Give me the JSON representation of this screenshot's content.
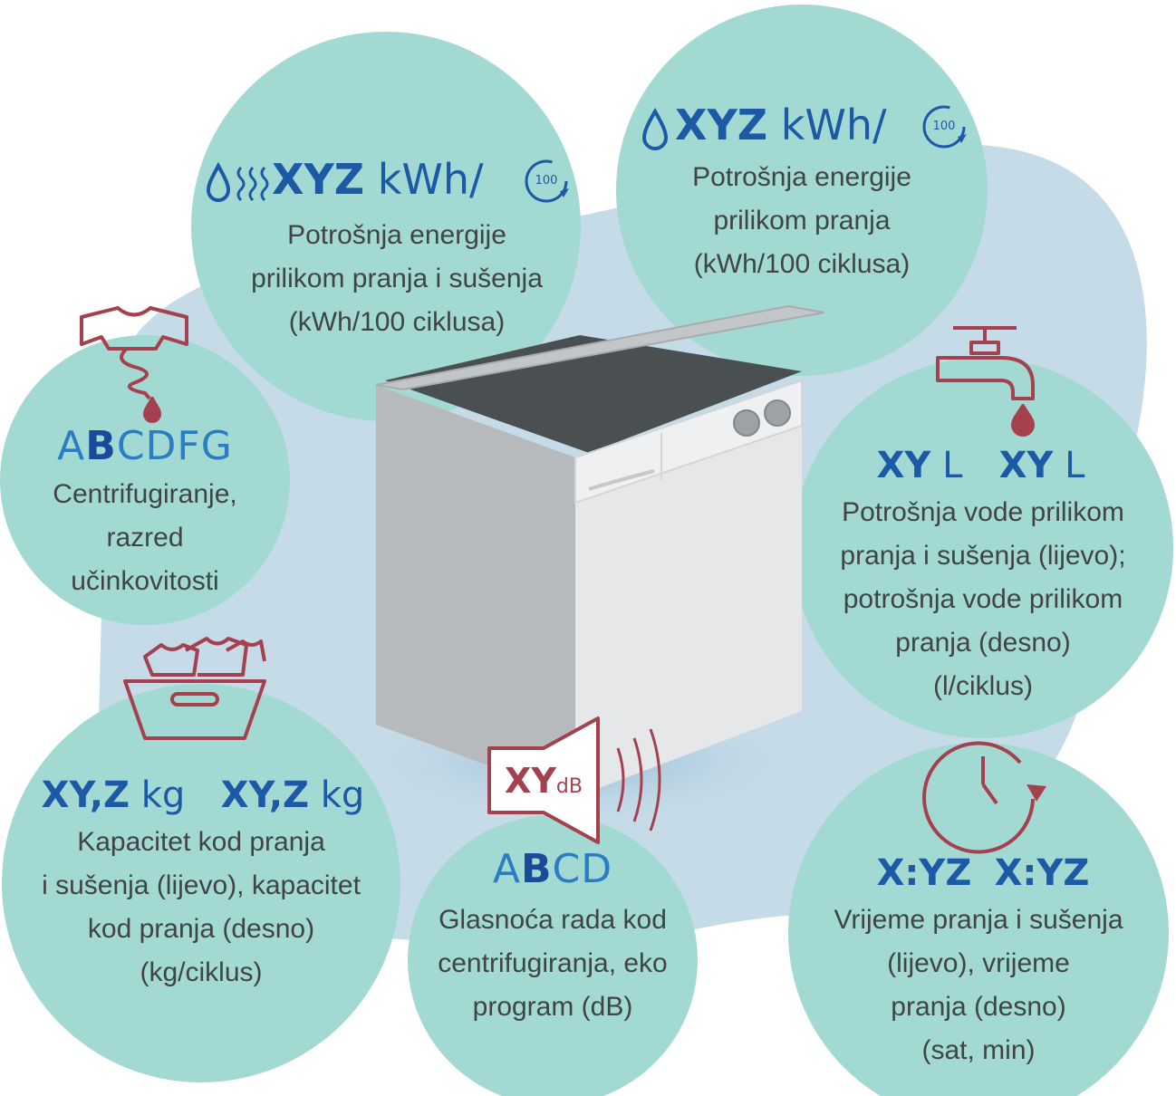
{
  "energy_wash_dry": {
    "value": "XYZ",
    "unit": "kWh/",
    "cycle_badge": "100",
    "lines": [
      "Potrošnja energije",
      "prilikom pranja i sušenja",
      "(kWh/100 ciklusa)"
    ]
  },
  "energy_wash": {
    "value": "XYZ",
    "unit": "kWh/",
    "cycle_badge": "100",
    "lines": [
      "Potrošnja energije",
      "prilikom pranja",
      "(kWh/100 ciklusa)"
    ]
  },
  "spin": {
    "grade_first": "A",
    "grade_highlight": "B",
    "grade_rest": "CDFG",
    "lines": [
      "Centrifugiranje,",
      "razred",
      "učinkovitosti"
    ]
  },
  "water": {
    "left_value": "XY",
    "left_unit": "L",
    "right_value": "XY",
    "right_unit": "L",
    "lines": [
      "Potrošnja vode prilikom",
      "pranja i sušenja (lijevo);",
      "potrošnja vode prilikom",
      "pranja (desno)",
      "(l/ciklus)"
    ]
  },
  "capacity": {
    "left_value": "XY,Z",
    "left_unit": "kg",
    "right_value": "XY,Z",
    "right_unit": "kg",
    "lines": [
      "Kapacitet kod pranja",
      "i sušenja (lijevo), kapacitet",
      "kod pranja (desno)",
      "(kg/ciklus)"
    ]
  },
  "noise": {
    "speaker_value": "XY",
    "speaker_unit": "dB",
    "grade_first": "A",
    "grade_highlight": "B",
    "grade_rest": "CD",
    "lines": [
      "Glasnoća rada kod",
      "centrifugiranja, eko",
      "program (dB)"
    ]
  },
  "time": {
    "left_value": "X:YZ",
    "right_value": "X:YZ",
    "lines": [
      "Vrijeme pranja i sušenja",
      "(lijevo), vrijeme",
      "pranja (desno)",
      "(sat, min)"
    ]
  },
  "icons": [
    "water-drop-icon",
    "heat-waves-icon",
    "cycle-100-icon",
    "spin-shirt-icon",
    "water-tap-icon",
    "laundry-basket-icon",
    "speaker-icon",
    "clock-icon"
  ],
  "colors": {
    "circle": "#a3d9d3",
    "blob": "#c5dbe7",
    "value_text": "#1c5aa6",
    "grade_text": "#2a7dc2",
    "body_text": "#3f4449",
    "icon_red": "#a5414f",
    "machine_front": "#e6e7e8",
    "machine_side": "#b7babc",
    "machine_top": "#4a4f52"
  }
}
